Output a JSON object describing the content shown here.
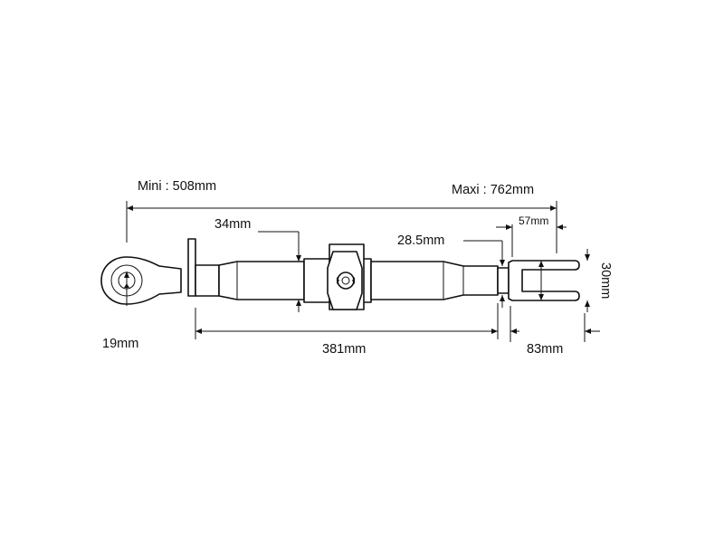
{
  "dimensions": {
    "mini": "Mini : 508mm",
    "maxi": "Maxi : 762mm",
    "tube_diameter": "34mm",
    "thread_diameter": "28.5mm",
    "jaw_opening": "57mm",
    "ball_diameter": "19mm",
    "thread_length": "381mm",
    "clevis_length": "83mm",
    "clevis_width": "30mm"
  },
  "colors": {
    "line": "#111111",
    "background": "#ffffff"
  }
}
